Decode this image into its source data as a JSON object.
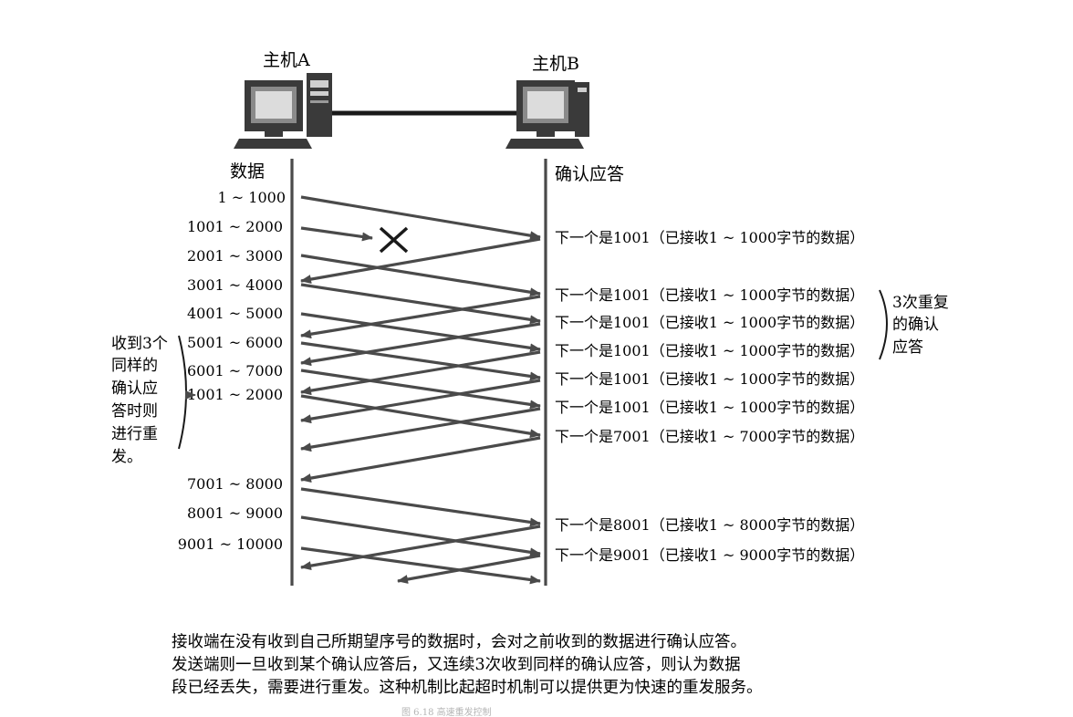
{
  "hosts": {
    "a": "主机A",
    "b": "主机B"
  },
  "columns": {
    "left": "数据",
    "right": "确认应答"
  },
  "segments": [
    "1 ~ 1000",
    "1001 ~ 2000",
    "2001 ~ 3000",
    "3001 ~ 4000",
    "4001 ~ 5000",
    "5001 ~ 6000",
    "6001 ~ 7000",
    "1001 ~ 2000",
    "7001 ~ 8000",
    "8001 ~ 9000",
    "9001 ~ 10000"
  ],
  "acks": [
    "下一个是1001（已接收1 ~ 1000字节的数据）",
    "下一个是1001（已接收1 ~ 1000字节的数据）",
    "下一个是1001（已接收1 ~ 1000字节的数据）",
    "下一个是1001（已接收1 ~ 1000字节的数据）",
    "下一个是1001（已接收1 ~ 1000字节的数据）",
    "下一个是1001（已接收1 ~ 1000字节的数据）",
    "下一个是7001（已接收1 ~ 7000字节的数据）",
    "下一个是8001（已接收1 ~ 8000字节的数据）",
    "下一个是9001（已接收1 ~ 9000字节的数据）"
  ],
  "left_note": [
    "收到3个",
    "同样的",
    "确认应",
    "答时则",
    "进行重",
    "发。"
  ],
  "right_note": [
    "3次重复",
    "的确认",
    "应答"
  ],
  "caption": [
    "接收端在没有收到自己所期望序号的数据时，会对之前收到的数据进行确认应答。",
    "发送端则一旦收到某个确认应答后，又连续3次收到同样的确认应答，则认为数据",
    "段已经丢失，需要进行重发。这种机制比起超时机制可以提供更为快速的重发服务。"
  ],
  "footer": "图 6.18 高速重发控制"
}
